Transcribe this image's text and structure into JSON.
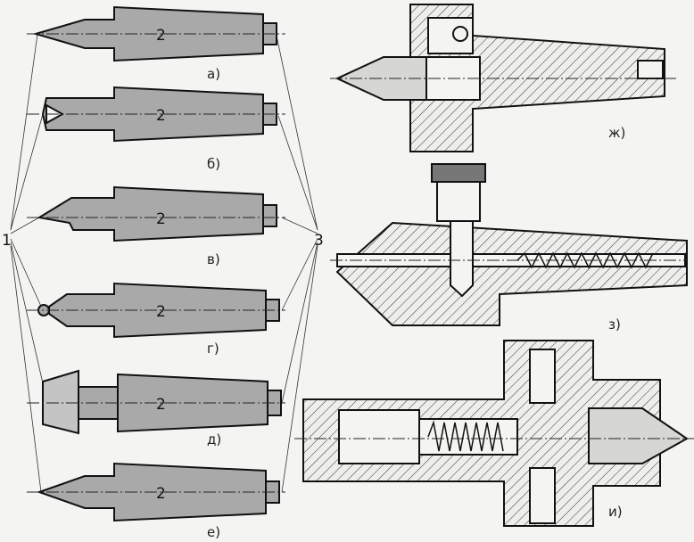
{
  "figure": {
    "labels": {
      "a": "а)",
      "b": "б)",
      "v": "в)",
      "g": "г)",
      "d": "д)",
      "e": "е)",
      "zh": "ж)",
      "z": "з)",
      "i": "и)"
    },
    "callouts": {
      "tip": "1",
      "body": "2",
      "shank": "3"
    }
  }
}
